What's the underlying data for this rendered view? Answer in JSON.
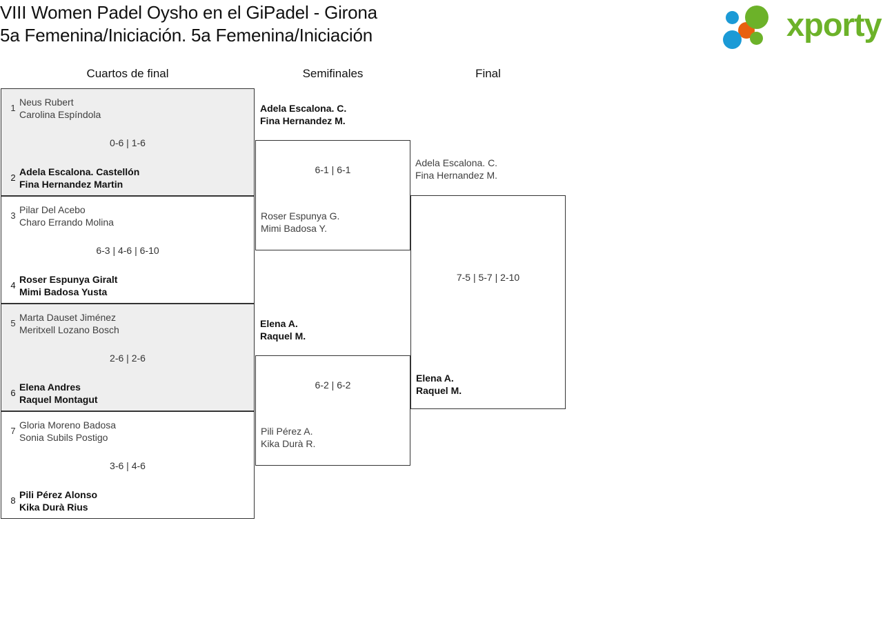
{
  "header": {
    "title_line1": "VIII Women Padel Oysho en el GiPadel - Girona",
    "title_line2": "5a Femenina/Iniciación. 5a Femenina/Iniciación"
  },
  "logo": {
    "wordmark": "xporty",
    "green": "#6cb229",
    "blue": "#1b9ad6",
    "orange": "#e8600f",
    "dots": [
      {
        "name": "blue-small-dot",
        "color": "#1b9ad6"
      },
      {
        "name": "orange-dot",
        "color": "#e8600f"
      },
      {
        "name": "blue-large-dot",
        "color": "#1b9ad6"
      },
      {
        "name": "green-large-dot",
        "color": "#6cb229"
      },
      {
        "name": "green-small-dot",
        "color": "#6cb229"
      }
    ]
  },
  "rounds": [
    {
      "label": "Cuartos de final"
    },
    {
      "label": "Semifinales"
    },
    {
      "label": "Final"
    }
  ],
  "quarterfinals": [
    {
      "shaded": true,
      "score": "0-6 | 1-6",
      "top": {
        "seed": "1",
        "player1": "Neus Rubert",
        "player2": "Carolina Espíndola",
        "winner": false
      },
      "bottom": {
        "seed": "2",
        "player1": "Adela Escalona. Castellón",
        "player2": "Fina Hernandez Martin",
        "winner": true
      }
    },
    {
      "shaded": false,
      "score": "6-3 | 4-6 | 6-10",
      "top": {
        "seed": "3",
        "player1": "Pilar Del Acebo",
        "player2": "Charo Errando Molina",
        "winner": false
      },
      "bottom": {
        "seed": "4",
        "player1": "Roser Espunya Giralt",
        "player2": "Mimi Badosa Yusta",
        "winner": true
      }
    },
    {
      "shaded": true,
      "score": "2-6 | 2-6",
      "top": {
        "seed": "5",
        "player1": "Marta Dauset Jiménez",
        "player2": "Meritxell Lozano Bosch",
        "winner": false
      },
      "bottom": {
        "seed": "6",
        "player1": "Elena Andres",
        "player2": "Raquel Montagut",
        "winner": true
      }
    },
    {
      "shaded": false,
      "score": "3-6 | 4-6",
      "top": {
        "seed": "7",
        "player1": "Gloria Moreno Badosa",
        "player2": "Sonia Subils Postigo",
        "winner": false
      },
      "bottom": {
        "seed": "8",
        "player1": "Pili Pérez Alonso",
        "player2": "Kika Durà Rius",
        "winner": true
      }
    }
  ],
  "semifinals": [
    {
      "score": "6-1 | 6-1",
      "top": {
        "player1": "Adela Escalona. C.",
        "player2": "Fina Hernandez M.",
        "winner": true
      },
      "bottom": {
        "player1": "Roser Espunya G.",
        "player2": "Mimi Badosa Y.",
        "winner": false
      }
    },
    {
      "score": "6-2 | 6-2",
      "top": {
        "player1": "Elena A.",
        "player2": "Raquel M.",
        "winner": true
      },
      "bottom": {
        "player1": "Pili Pérez A.",
        "player2": "Kika Durà R.",
        "winner": false
      }
    }
  ],
  "final": {
    "score": "7-5 | 5-7 | 2-10",
    "top": {
      "player1": "Adela Escalona. C.",
      "player2": "Fina Hernandez M.",
      "winner": false
    },
    "bottom": {
      "player1": "Elena A.",
      "player2": "Raquel M.",
      "winner": true
    }
  }
}
